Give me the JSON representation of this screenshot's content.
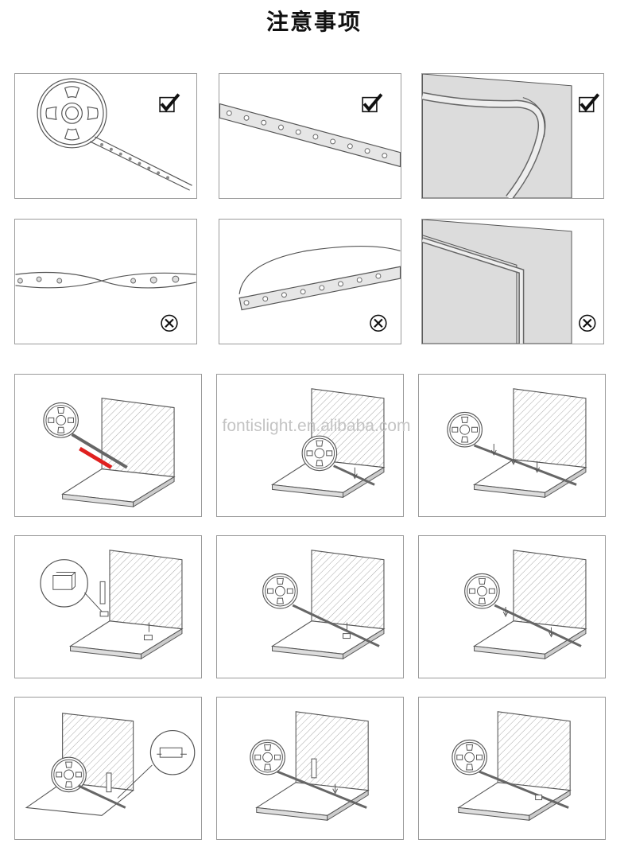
{
  "page": {
    "title": "注意事项",
    "watermark": "fontislight.en.alibaba.com"
  },
  "colors": {
    "accent_red": "#e0201f",
    "line": "#555555",
    "wall_fill": "#e8e8e8",
    "board_fill": "#d9d9d9"
  },
  "good_examples": [
    {
      "name": "reel-unrolled",
      "mark": "check-icon"
    },
    {
      "name": "strip-straight",
      "mark": "check-icon"
    },
    {
      "name": "strip-bent-over-edge",
      "mark": "check-icon"
    }
  ],
  "bad_examples": [
    {
      "name": "strip-twisted",
      "mark": "cross-icon"
    },
    {
      "name": "strip-looped",
      "mark": "cross-icon"
    },
    {
      "name": "strip-folded-corner",
      "mark": "cross-icon"
    }
  ],
  "install_steps": [
    "peel-backing",
    "press-strip",
    "press-strip-arrows",
    "clip-screw-detail",
    "strip-with-clips",
    "strip-mounted",
    "clip-detail-mount",
    "screw-clips",
    "mounted-finished"
  ]
}
